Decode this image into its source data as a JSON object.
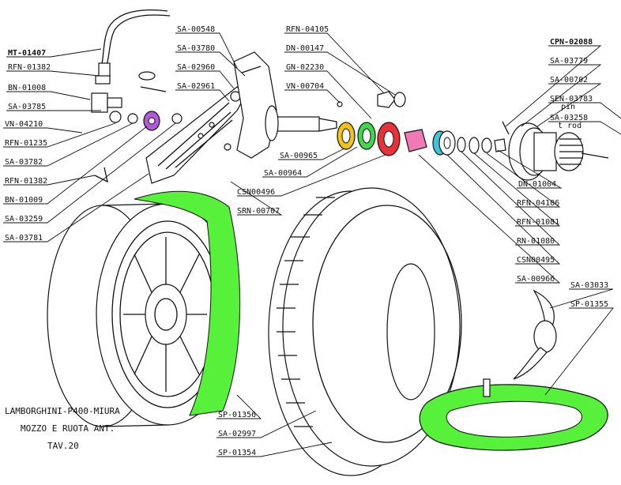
{
  "title": {
    "line1": "LAMBORGHINI-P400-MIURA",
    "line2": "MOZZO E RUOTA ANT.",
    "line3": "TAV.20"
  },
  "labels": {
    "mt_01407": "MT-01407",
    "rfn_01382_top": "RFN-01382",
    "bn_01008": "BN-01008",
    "sa_03785": "SA-03785",
    "vn_04210": "VN-04210",
    "rfn_01235": "RFN-01235",
    "sa_03782": "SA-03782",
    "rfn_01382_low": "RFN-01382",
    "bn_01009": "BN-01009",
    "sa_03259": "SA-03259",
    "sa_03781": "SA-03781",
    "sa_00548": "SA-00548",
    "sa_03780": "SA-03780",
    "sa_02960": "SA-02960",
    "sa_02961": "SA-02961",
    "rfn_04105": "RFN-04105",
    "dn_00147": "DN-00147",
    "gn_02230": "GN-02230",
    "vn_00704": "VN-00704",
    "sa_00965": "SA-00965",
    "sa_00964": "SA-00964",
    "csn00496": "CSN00496",
    "srn_00707": "SRN-00707",
    "cpn_02088": "CPN-02088",
    "sa_03779": "SA-03779",
    "sa_00702": "SA-00702",
    "sen_03783": "SEN-03783",
    "pin": "pin",
    "sa_03258": "SA-03258",
    "t_rod": "t rod",
    "dn_01004": "DN-01004",
    "rfn_04106": "RFN-04106",
    "rfn_01081": "RFN-01081",
    "rn_01080": "RN-01080",
    "csn00495": "CSN00495",
    "sa_00966": "SA-00966",
    "sa_03033": "SA-03033",
    "sp_01355": "SP-01355",
    "sp_01356": "SP-01356",
    "sa_02997": "SA-02997",
    "sp_01354": "SP-01354"
  },
  "colors": {
    "highlight_green": "#57f03a",
    "seal_red": "#e8323a",
    "bushing_pink": "#f07ab4",
    "bearing_cyan": "#3cc4d8",
    "cam_purple": "#b15ad9",
    "seal_yellow": "#f2c21b",
    "seal_green": "#3fd84a",
    "ink": "#111111"
  }
}
